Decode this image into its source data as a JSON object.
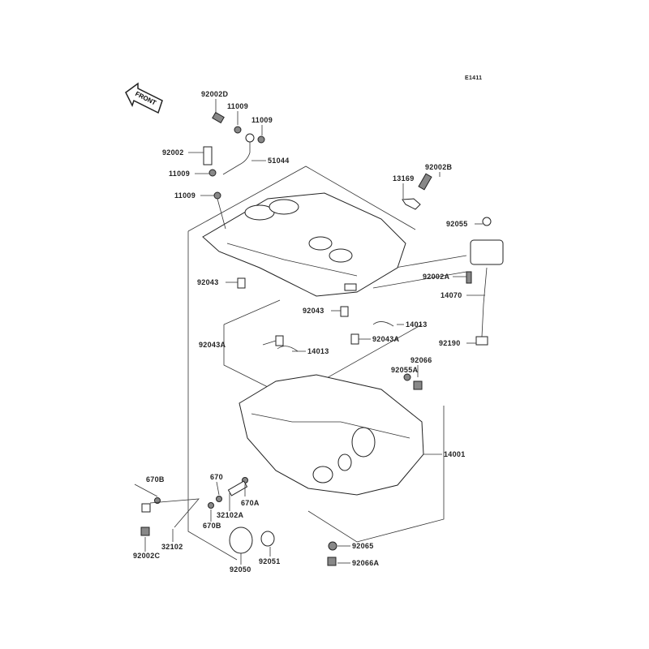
{
  "diagram_code": "E1411",
  "front_arrow": "FRONT",
  "labels": {
    "p92002D": "92002D",
    "p11009a": "11009",
    "p11009b": "11009",
    "p92002": "92002",
    "p51044": "51044",
    "p11009c": "11009",
    "p11009d": "11009",
    "p13169": "13169",
    "p92002B": "92002B",
    "p92055": "92055",
    "p92002A": "92002A",
    "p14070": "14070",
    "p92043a": "92043",
    "p92043b": "92043",
    "p14013a": "14013",
    "p92043Aa": "92043A",
    "p92043Ab": "92043A",
    "p14013b": "14013",
    "p92190": "92190",
    "p92066": "92066",
    "p92055A": "92055A",
    "p14001": "14001",
    "p670Ba": "670B",
    "p670": "670",
    "p670A": "670A",
    "p32102A": "32102A",
    "p670Bb": "670B",
    "p32102": "32102",
    "p92002C": "92002C",
    "p92050": "92050",
    "p92051": "92051",
    "p92065": "92065",
    "p92066A": "92066A"
  }
}
